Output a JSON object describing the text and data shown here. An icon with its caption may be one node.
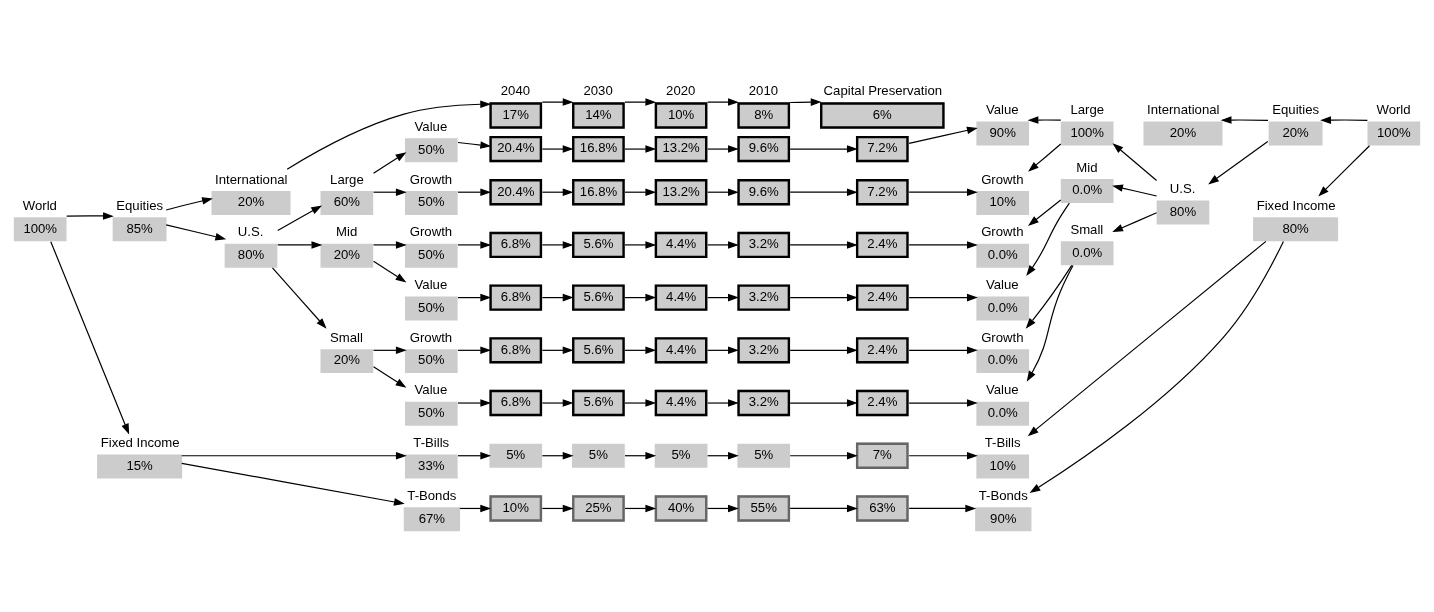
{
  "diagram": {
    "nodes": [
      {
        "text": [
          "World",
          "100%"
        ]
      },
      {
        "text": [
          "Equities",
          "85%"
        ]
      },
      {
        "text": [
          "International",
          "20%"
        ]
      },
      {
        "text": [
          "U.S.",
          "80%"
        ]
      },
      {
        "text": [
          "Large",
          "60%"
        ]
      },
      {
        "text": [
          "Mid",
          "20%"
        ]
      },
      {
        "text": [
          "Small",
          "20%"
        ]
      },
      {
        "text": [
          "Value",
          "50%"
        ]
      },
      {
        "text": [
          "Growth",
          "50%"
        ]
      },
      {
        "text": [
          "Value",
          "50%"
        ]
      },
      {
        "text": [
          "Growth",
          "50%"
        ]
      },
      {
        "text": [
          "Value",
          "50%"
        ]
      },
      {
        "text": [
          "Growth",
          "50%"
        ]
      },
      {
        "text": [
          "Fixed Income",
          "15%"
        ]
      },
      {
        "text": [
          "T-Bills",
          "33%"
        ]
      },
      {
        "text": [
          "T-Bonds",
          "67%"
        ]
      },
      {
        "text": [
          "2040",
          "17%"
        ]
      },
      {
        "text": [
          "2030",
          "14%"
        ]
      },
      {
        "text": [
          "2020",
          "10%"
        ]
      },
      {
        "text": [
          "2010",
          "8%"
        ]
      },
      {
        "text": [
          "Capital Preservation",
          "6%"
        ]
      },
      {
        "text": [
          "20.4%"
        ]
      },
      {
        "text": [
          "16.8%"
        ]
      },
      {
        "text": [
          "13.2%"
        ]
      },
      {
        "text": [
          "9.6%"
        ]
      },
      {
        "text": [
          "7.2%"
        ]
      },
      {
        "text": [
          "20.4%"
        ]
      },
      {
        "text": [
          "16.8%"
        ]
      },
      {
        "text": [
          "13.2%"
        ]
      },
      {
        "text": [
          "9.6%"
        ]
      },
      {
        "text": [
          "7.2%"
        ]
      },
      {
        "text": [
          "6.8%"
        ]
      },
      {
        "text": [
          "5.6%"
        ]
      },
      {
        "text": [
          "4.4%"
        ]
      },
      {
        "text": [
          "3.2%"
        ]
      },
      {
        "text": [
          "2.4%"
        ]
      },
      {
        "text": [
          "6.8%"
        ]
      },
      {
        "text": [
          "5.6%"
        ]
      },
      {
        "text": [
          "4.4%"
        ]
      },
      {
        "text": [
          "3.2%"
        ]
      },
      {
        "text": [
          "2.4%"
        ]
      },
      {
        "text": [
          "6.8%"
        ]
      },
      {
        "text": [
          "5.6%"
        ]
      },
      {
        "text": [
          "4.4%"
        ]
      },
      {
        "text": [
          "3.2%"
        ]
      },
      {
        "text": [
          "2.4%"
        ]
      },
      {
        "text": [
          "6.8%"
        ]
      },
      {
        "text": [
          "5.6%"
        ]
      },
      {
        "text": [
          "4.4%"
        ]
      },
      {
        "text": [
          "3.2%"
        ]
      },
      {
        "text": [
          "2.4%"
        ]
      },
      {
        "text": [
          "5%"
        ]
      },
      {
        "text": [
          "5%"
        ]
      },
      {
        "text": [
          "5%"
        ]
      },
      {
        "text": [
          "5%"
        ]
      },
      {
        "text": [
          "7%"
        ]
      },
      {
        "text": [
          "10%"
        ]
      },
      {
        "text": [
          "25%"
        ]
      },
      {
        "text": [
          "40%"
        ]
      },
      {
        "text": [
          "55%"
        ]
      },
      {
        "text": [
          "63%"
        ]
      },
      {
        "text": [
          "Value",
          "90%"
        ]
      },
      {
        "text": [
          "Growth",
          "10%"
        ]
      },
      {
        "text": [
          "Value",
          "0.0%"
        ]
      },
      {
        "text": [
          "Growth",
          "0.0%"
        ]
      },
      {
        "text": [
          "Value",
          "0.0%"
        ]
      },
      {
        "text": [
          "Growth",
          "0.0%"
        ]
      },
      {
        "text": [
          "Large",
          "100%"
        ]
      },
      {
        "text": [
          "Mid",
          "0.0%"
        ]
      },
      {
        "text": [
          "Small",
          "0.0%"
        ]
      },
      {
        "text": [
          "U.S.",
          "80%"
        ]
      },
      {
        "text": [
          "Equities",
          "20%"
        ]
      },
      {
        "text": [
          "International",
          "20%"
        ]
      },
      {
        "text": [
          "World",
          "100%"
        ]
      },
      {
        "text": [
          "Fixed Income",
          "80%"
        ]
      },
      {
        "text": [
          "T-Bills",
          "10%"
        ]
      },
      {
        "text": [
          "T-Bonds",
          "90%"
        ]
      }
    ],
    "edges": [
      {
        "from": 0,
        "to": 1,
        "arrow": "to"
      },
      {
        "from": 0,
        "to": 13,
        "arrow": "to"
      },
      {
        "from": 1,
        "to": 2,
        "arrow": "to"
      },
      {
        "from": 1,
        "to": 3,
        "arrow": "to"
      },
      {
        "from": 3,
        "to": 4,
        "arrow": "to"
      },
      {
        "from": 3,
        "to": 5,
        "arrow": "to"
      },
      {
        "from": 3,
        "to": 6,
        "arrow": "to"
      },
      {
        "from": 4,
        "to": 7,
        "arrow": "to"
      },
      {
        "from": 4,
        "to": 8,
        "arrow": "to"
      },
      {
        "from": 5,
        "to": 9,
        "arrow": "to"
      },
      {
        "from": 5,
        "to": 10,
        "arrow": "to"
      },
      {
        "from": 6,
        "to": 11,
        "arrow": "to"
      },
      {
        "from": 6,
        "to": 12,
        "arrow": "to"
      },
      {
        "from": 13,
        "to": 14,
        "arrow": "to"
      },
      {
        "from": 13,
        "to": 15,
        "arrow": "to"
      },
      {
        "from": 2,
        "to": 16,
        "arrow": "to"
      },
      {
        "from": 16,
        "to": 17,
        "arrow": "to"
      },
      {
        "from": 17,
        "to": 18,
        "arrow": "to"
      },
      {
        "from": 18,
        "to": 19,
        "arrow": "to"
      },
      {
        "from": 19,
        "to": 20,
        "arrow": "to"
      },
      {
        "from": 7,
        "to": 21,
        "arrow": "to"
      },
      {
        "from": 21,
        "to": 22,
        "arrow": "to"
      },
      {
        "from": 22,
        "to": 23,
        "arrow": "to"
      },
      {
        "from": 23,
        "to": 24,
        "arrow": "to"
      },
      {
        "from": 24,
        "to": 25,
        "arrow": "to"
      },
      {
        "from": 25,
        "to": 61,
        "arrow": "to"
      },
      {
        "from": 8,
        "to": 26,
        "arrow": "to"
      },
      {
        "from": 26,
        "to": 27,
        "arrow": "to"
      },
      {
        "from": 27,
        "to": 28,
        "arrow": "to"
      },
      {
        "from": 28,
        "to": 29,
        "arrow": "to"
      },
      {
        "from": 29,
        "to": 30,
        "arrow": "to"
      },
      {
        "from": 30,
        "to": 62,
        "arrow": "to"
      },
      {
        "from": 9,
        "to": 31,
        "arrow": "to"
      },
      {
        "from": 31,
        "to": 32,
        "arrow": "to"
      },
      {
        "from": 32,
        "to": 33,
        "arrow": "to"
      },
      {
        "from": 33,
        "to": 34,
        "arrow": "to"
      },
      {
        "from": 34,
        "to": 35,
        "arrow": "to"
      },
      {
        "from": 35,
        "to": 63,
        "arrow": "to"
      },
      {
        "from": 10,
        "to": 36,
        "arrow": "to"
      },
      {
        "from": 36,
        "to": 37,
        "arrow": "to"
      },
      {
        "from": 37,
        "to": 38,
        "arrow": "to"
      },
      {
        "from": 38,
        "to": 39,
        "arrow": "to"
      },
      {
        "from": 39,
        "to": 40,
        "arrow": "to"
      },
      {
        "from": 40,
        "to": 64,
        "arrow": "to"
      },
      {
        "from": 11,
        "to": 41,
        "arrow": "to"
      },
      {
        "from": 41,
        "to": 42,
        "arrow": "to"
      },
      {
        "from": 42,
        "to": 43,
        "arrow": "to"
      },
      {
        "from": 43,
        "to": 44,
        "arrow": "to"
      },
      {
        "from": 44,
        "to": 45,
        "arrow": "to"
      },
      {
        "from": 45,
        "to": 65,
        "arrow": "to"
      },
      {
        "from": 12,
        "to": 46,
        "arrow": "to"
      },
      {
        "from": 46,
        "to": 47,
        "arrow": "to"
      },
      {
        "from": 47,
        "to": 48,
        "arrow": "to"
      },
      {
        "from": 48,
        "to": 49,
        "arrow": "to"
      },
      {
        "from": 49,
        "to": 50,
        "arrow": "to"
      },
      {
        "from": 50,
        "to": 66,
        "arrow": "to"
      },
      {
        "from": 14,
        "to": 51,
        "arrow": "to"
      },
      {
        "from": 51,
        "to": 52,
        "arrow": "to"
      },
      {
        "from": 52,
        "to": 53,
        "arrow": "to"
      },
      {
        "from": 53,
        "to": 54,
        "arrow": "to"
      },
      {
        "from": 54,
        "to": 55,
        "arrow": "to"
      },
      {
        "from": 55,
        "to": 75,
        "arrow": "to"
      },
      {
        "from": 15,
        "to": 56,
        "arrow": "to"
      },
      {
        "from": 56,
        "to": 57,
        "arrow": "to"
      },
      {
        "from": 57,
        "to": 58,
        "arrow": "to"
      },
      {
        "from": 58,
        "to": 59,
        "arrow": "to"
      },
      {
        "from": 59,
        "to": 60,
        "arrow": "to"
      },
      {
        "from": 60,
        "to": 76,
        "arrow": "to"
      },
      {
        "from": 67,
        "to": 61,
        "arrow": "to"
      },
      {
        "from": 67,
        "to": 62,
        "arrow": "to"
      },
      {
        "from": 68,
        "to": 63,
        "arrow": "to"
      },
      {
        "from": 68,
        "to": 64,
        "arrow": "to"
      },
      {
        "from": 69,
        "to": 65,
        "arrow": "to"
      },
      {
        "from": 69,
        "to": 66,
        "arrow": "to"
      },
      {
        "from": 70,
        "to": 67,
        "arrow": "to"
      },
      {
        "from": 70,
        "to": 68,
        "arrow": "to"
      },
      {
        "from": 70,
        "to": 69,
        "arrow": "to"
      },
      {
        "from": 71,
        "to": 70,
        "arrow": "to"
      },
      {
        "from": 71,
        "to": 72,
        "arrow": "to"
      },
      {
        "from": 73,
        "to": 71,
        "arrow": "to"
      },
      {
        "from": 73,
        "to": 74,
        "arrow": "to"
      },
      {
        "from": 74,
        "to": 75,
        "arrow": "to"
      },
      {
        "from": 74,
        "to": 76,
        "arrow": "to"
      }
    ]
  }
}
